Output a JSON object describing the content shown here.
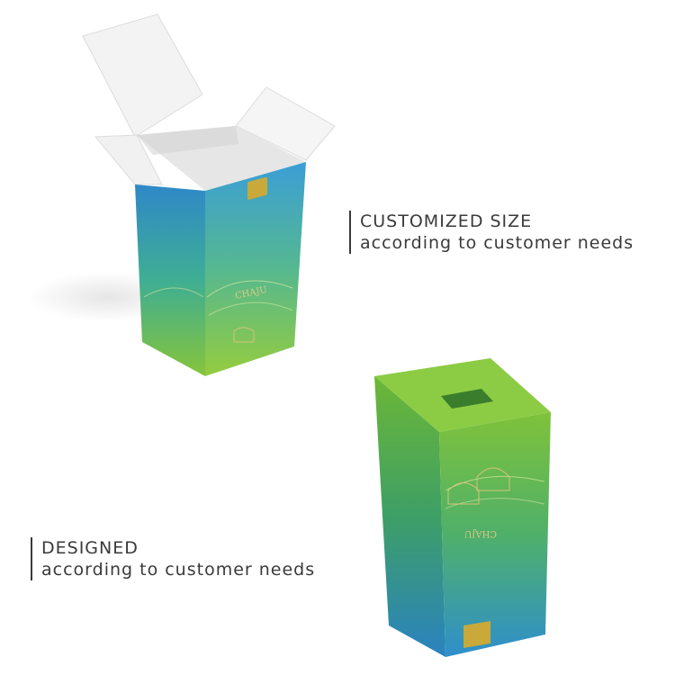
{
  "captions": {
    "top": {
      "line1": "CUSTOMIZED SIZE",
      "line2": "according to customer needs"
    },
    "bottom": {
      "line1": "DESIGNED",
      "line2": "according to customer needs"
    }
  },
  "box_print": {
    "brand_top": "CHAJU",
    "brand_bottom": "CHAJU"
  },
  "colors": {
    "background": "#ffffff",
    "text": "#3a3a3a",
    "box_blue": "#2f8fc8",
    "box_teal": "#2ea98e",
    "box_green": "#7cc13a",
    "interior_white": "#f4f4f4",
    "gold_tab": "#c9a93a"
  }
}
